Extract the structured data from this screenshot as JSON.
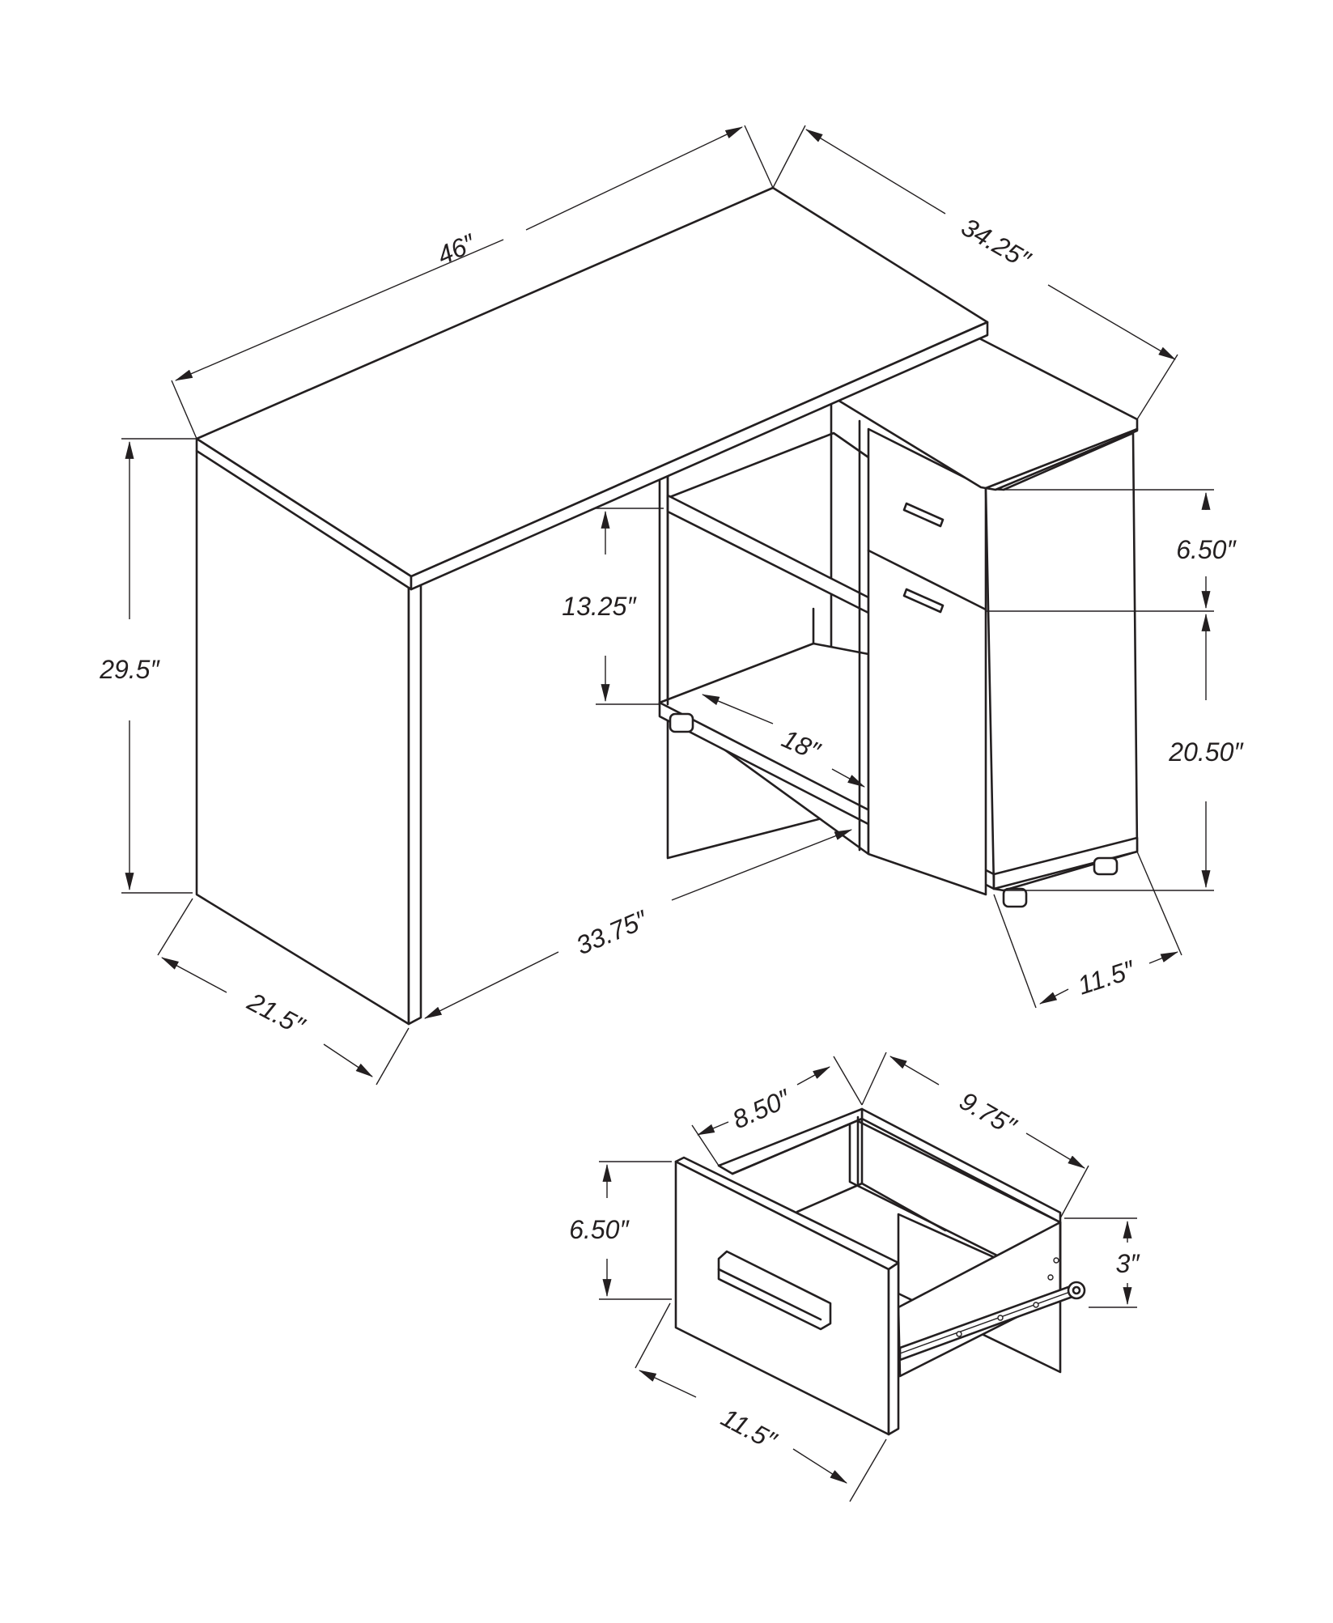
{
  "colors": {
    "line": "#231f20",
    "background": "#ffffff"
  },
  "desk": {
    "width": "46″",
    "total_depth": "34.25″",
    "height": "29.5″",
    "side_depth": "21.5″",
    "knee_width": "33.75″",
    "shelf_depth": "18″",
    "shelf_height": "13.25″",
    "drawer_height": "6.50″",
    "door_height": "20.50″",
    "cabinet_width": "11.5″"
  },
  "drawer": {
    "inner_width": "8.50″",
    "inner_depth": "9.75″",
    "front_height": "6.50″",
    "inner_height": "3″",
    "front_width": "11.5″"
  }
}
